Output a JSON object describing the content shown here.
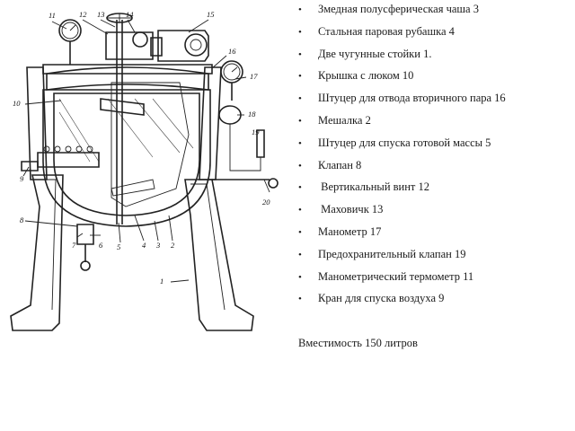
{
  "legend": {
    "items": [
      {
        "text": "Змедная полусферическая чаша 3"
      },
      {
        "text": "Стальная паровая рубашка 4"
      },
      {
        "text": "Две чугунные стойки 1."
      },
      {
        "text": "Крышка с люком  10"
      },
      {
        "text": "Штуцер для отвода вторичного пара 16"
      },
      {
        "text": "Мешалка 2"
      },
      {
        "text": "Штуцер для спуска готовой массы 5"
      },
      {
        "text": "Клапан 8"
      },
      {
        "text": " Вертикальный винт 12"
      },
      {
        "text": " Маховичк 13"
      },
      {
        "text": "Манометр 17"
      },
      {
        "text": "Предохранительный клапан 19"
      },
      {
        "text": "Манометрический термометр 11"
      },
      {
        "text": "Кран для спуска воздуха 9"
      }
    ],
    "bullet": "•"
  },
  "capacity": "Вместимость  150 литров",
  "callouts": [
    "11",
    "12",
    "13",
    "14",
    "15",
    "16",
    "17",
    "18",
    "19",
    "20",
    "10",
    "9",
    "8",
    "7",
    "6",
    "5",
    "4",
    "3",
    "2",
    "1"
  ]
}
